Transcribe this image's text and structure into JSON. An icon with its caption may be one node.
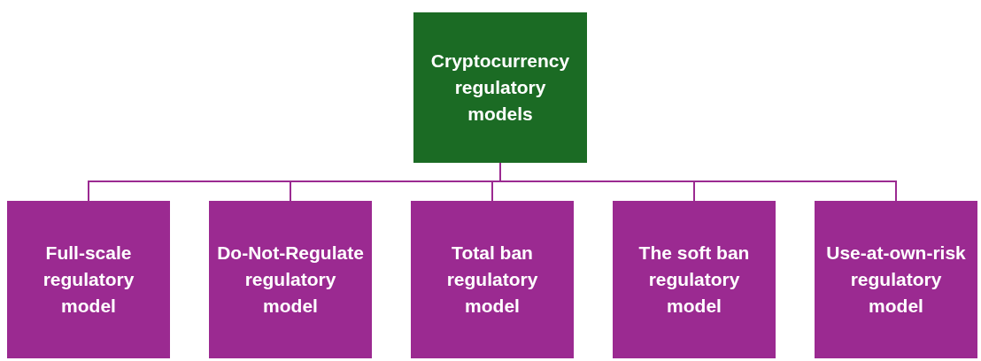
{
  "diagram": {
    "nodes": [
      {
        "text": [
          "Cryptocurrency regulatory models"
        ]
      },
      {
        "text": [
          "Full-scale regulatory model"
        ]
      },
      {
        "text": [
          "Do-Not-Regulate regulatory model"
        ]
      },
      {
        "text": [
          "Total ban regulatory model"
        ]
      },
      {
        "text": [
          "The soft ban regulatory model"
        ]
      },
      {
        "text": [
          "Use-at-own-risk regulatory model"
        ]
      }
    ],
    "edges": [
      {
        "from": 0,
        "to": 1,
        "arrow": "none"
      },
      {
        "from": 0,
        "to": 2,
        "arrow": "none"
      },
      {
        "from": 0,
        "to": 3,
        "arrow": "none"
      },
      {
        "from": 0,
        "to": 4,
        "arrow": "none"
      },
      {
        "from": 0,
        "to": 5,
        "arrow": "none"
      }
    ]
  }
}
